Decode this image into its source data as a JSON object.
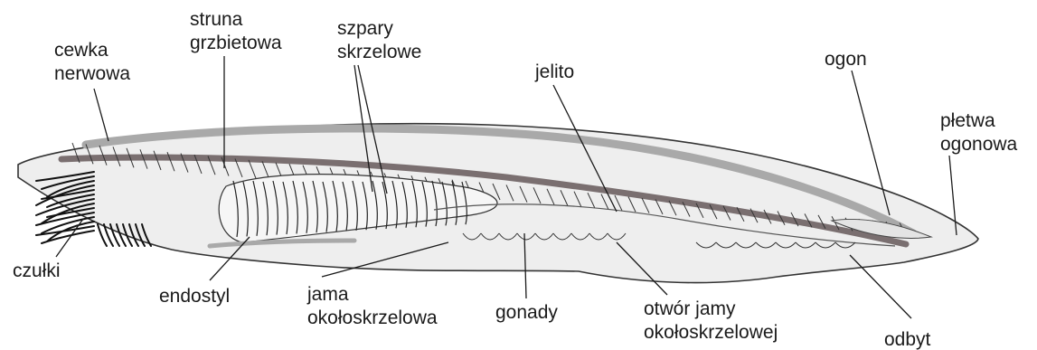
{
  "colors": {
    "body_fill": "#eeeeee",
    "outline": "#333333",
    "notochord": "#7a6f70",
    "nerve_cord": "#a9a9a9",
    "lines": "#1a1a1a"
  },
  "labels": {
    "cewka_1": "cewka",
    "cewka_2": "nerwowa",
    "struna_1": "struna",
    "struna_2": "grzbietowa",
    "szpary_1": "szpary",
    "szpary_2": "skrzelowe",
    "jelito": "jelito",
    "ogon": "ogon",
    "pletwa_1": "płetwa",
    "pletwa_2": "ogonowa",
    "czulki": "czułki",
    "endostyl": "endostyl",
    "jama_1": "jama",
    "jama_2": "okołoskrzelowa",
    "gonady": "gonady",
    "otwor_1": "otwór jamy",
    "otwor_2": "okołoskrzelowej",
    "odbyt": "odbyt"
  }
}
